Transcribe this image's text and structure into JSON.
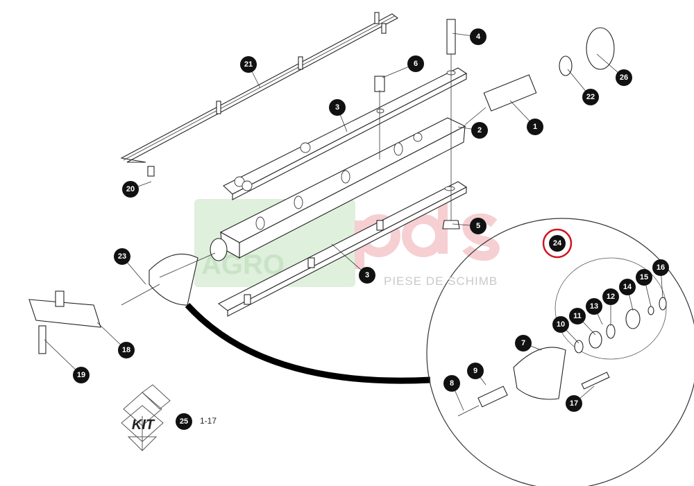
{
  "diagram": {
    "callouts": [
      "1",
      "2",
      "3",
      "3",
      "4",
      "5",
      "6",
      "7",
      "8",
      "9",
      "10",
      "11",
      "12",
      "13",
      "14",
      "15",
      "16",
      "17",
      "18",
      "19",
      "20",
      "21",
      "22",
      "23",
      "24",
      "25",
      "26"
    ],
    "highlighted_callout": "24",
    "kit": {
      "logo_text": "KIT",
      "callout": "25",
      "range": "1-17"
    },
    "watermark": {
      "brand_left": "AGRO",
      "brand_right": "pds",
      "subtitle": "PIESE DE SCHIMB"
    },
    "colors": {
      "callout_fill": "#111111",
      "highlight_ring": "#d0141c",
      "watermark_green": "#d8ecd6",
      "watermark_red": "#f6cfd3"
    }
  }
}
